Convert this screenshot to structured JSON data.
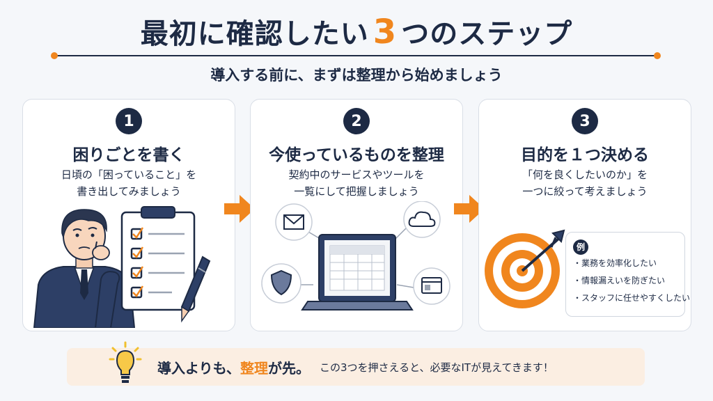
{
  "header": {
    "title_prefix": "最初に確認したい",
    "title_number": "3",
    "title_suffix": "つのステップ",
    "subtitle": "導入する前に、まずは整理から始めましょう"
  },
  "steps": [
    {
      "number": "1",
      "title": "困りごとを書く",
      "desc_line1": "日頃の「困っていること」を",
      "desc_line2": "書き出してみましょう"
    },
    {
      "number": "2",
      "title": "今使っているものを整理",
      "desc_line1": "契約中のサービスやツールを",
      "desc_line2": "一覧にして把握しましょう"
    },
    {
      "number": "3",
      "title": "目的を１つ決める",
      "desc_line1": "「何を良くしたいのか」を",
      "desc_line2": "一つに絞って考えましょう"
    }
  ],
  "examples": {
    "label": "例",
    "items": [
      "・業務を効率化したい",
      "・情報漏えいを防ぎたい",
      "・スタッフに任せやすくしたい"
    ]
  },
  "footer": {
    "main_part1": "導入よりも、",
    "main_accent": "整理",
    "main_part2": "が先。",
    "sub": "この3つを押さえると、必要なITが見えてきます！"
  },
  "colors": {
    "navy": "#1d2a44",
    "orange": "#f0861e",
    "footer_bg": "#fbeee2"
  },
  "icons": [
    "person-thinking-icon",
    "clipboard-checklist-icon",
    "pen-icon",
    "mail-icon",
    "cloud-icon",
    "shield-icon",
    "laptop-spreadsheet-icon",
    "browser-window-icon",
    "target-arrow-icon",
    "lightbulb-icon",
    "arrow-right-icon"
  ]
}
